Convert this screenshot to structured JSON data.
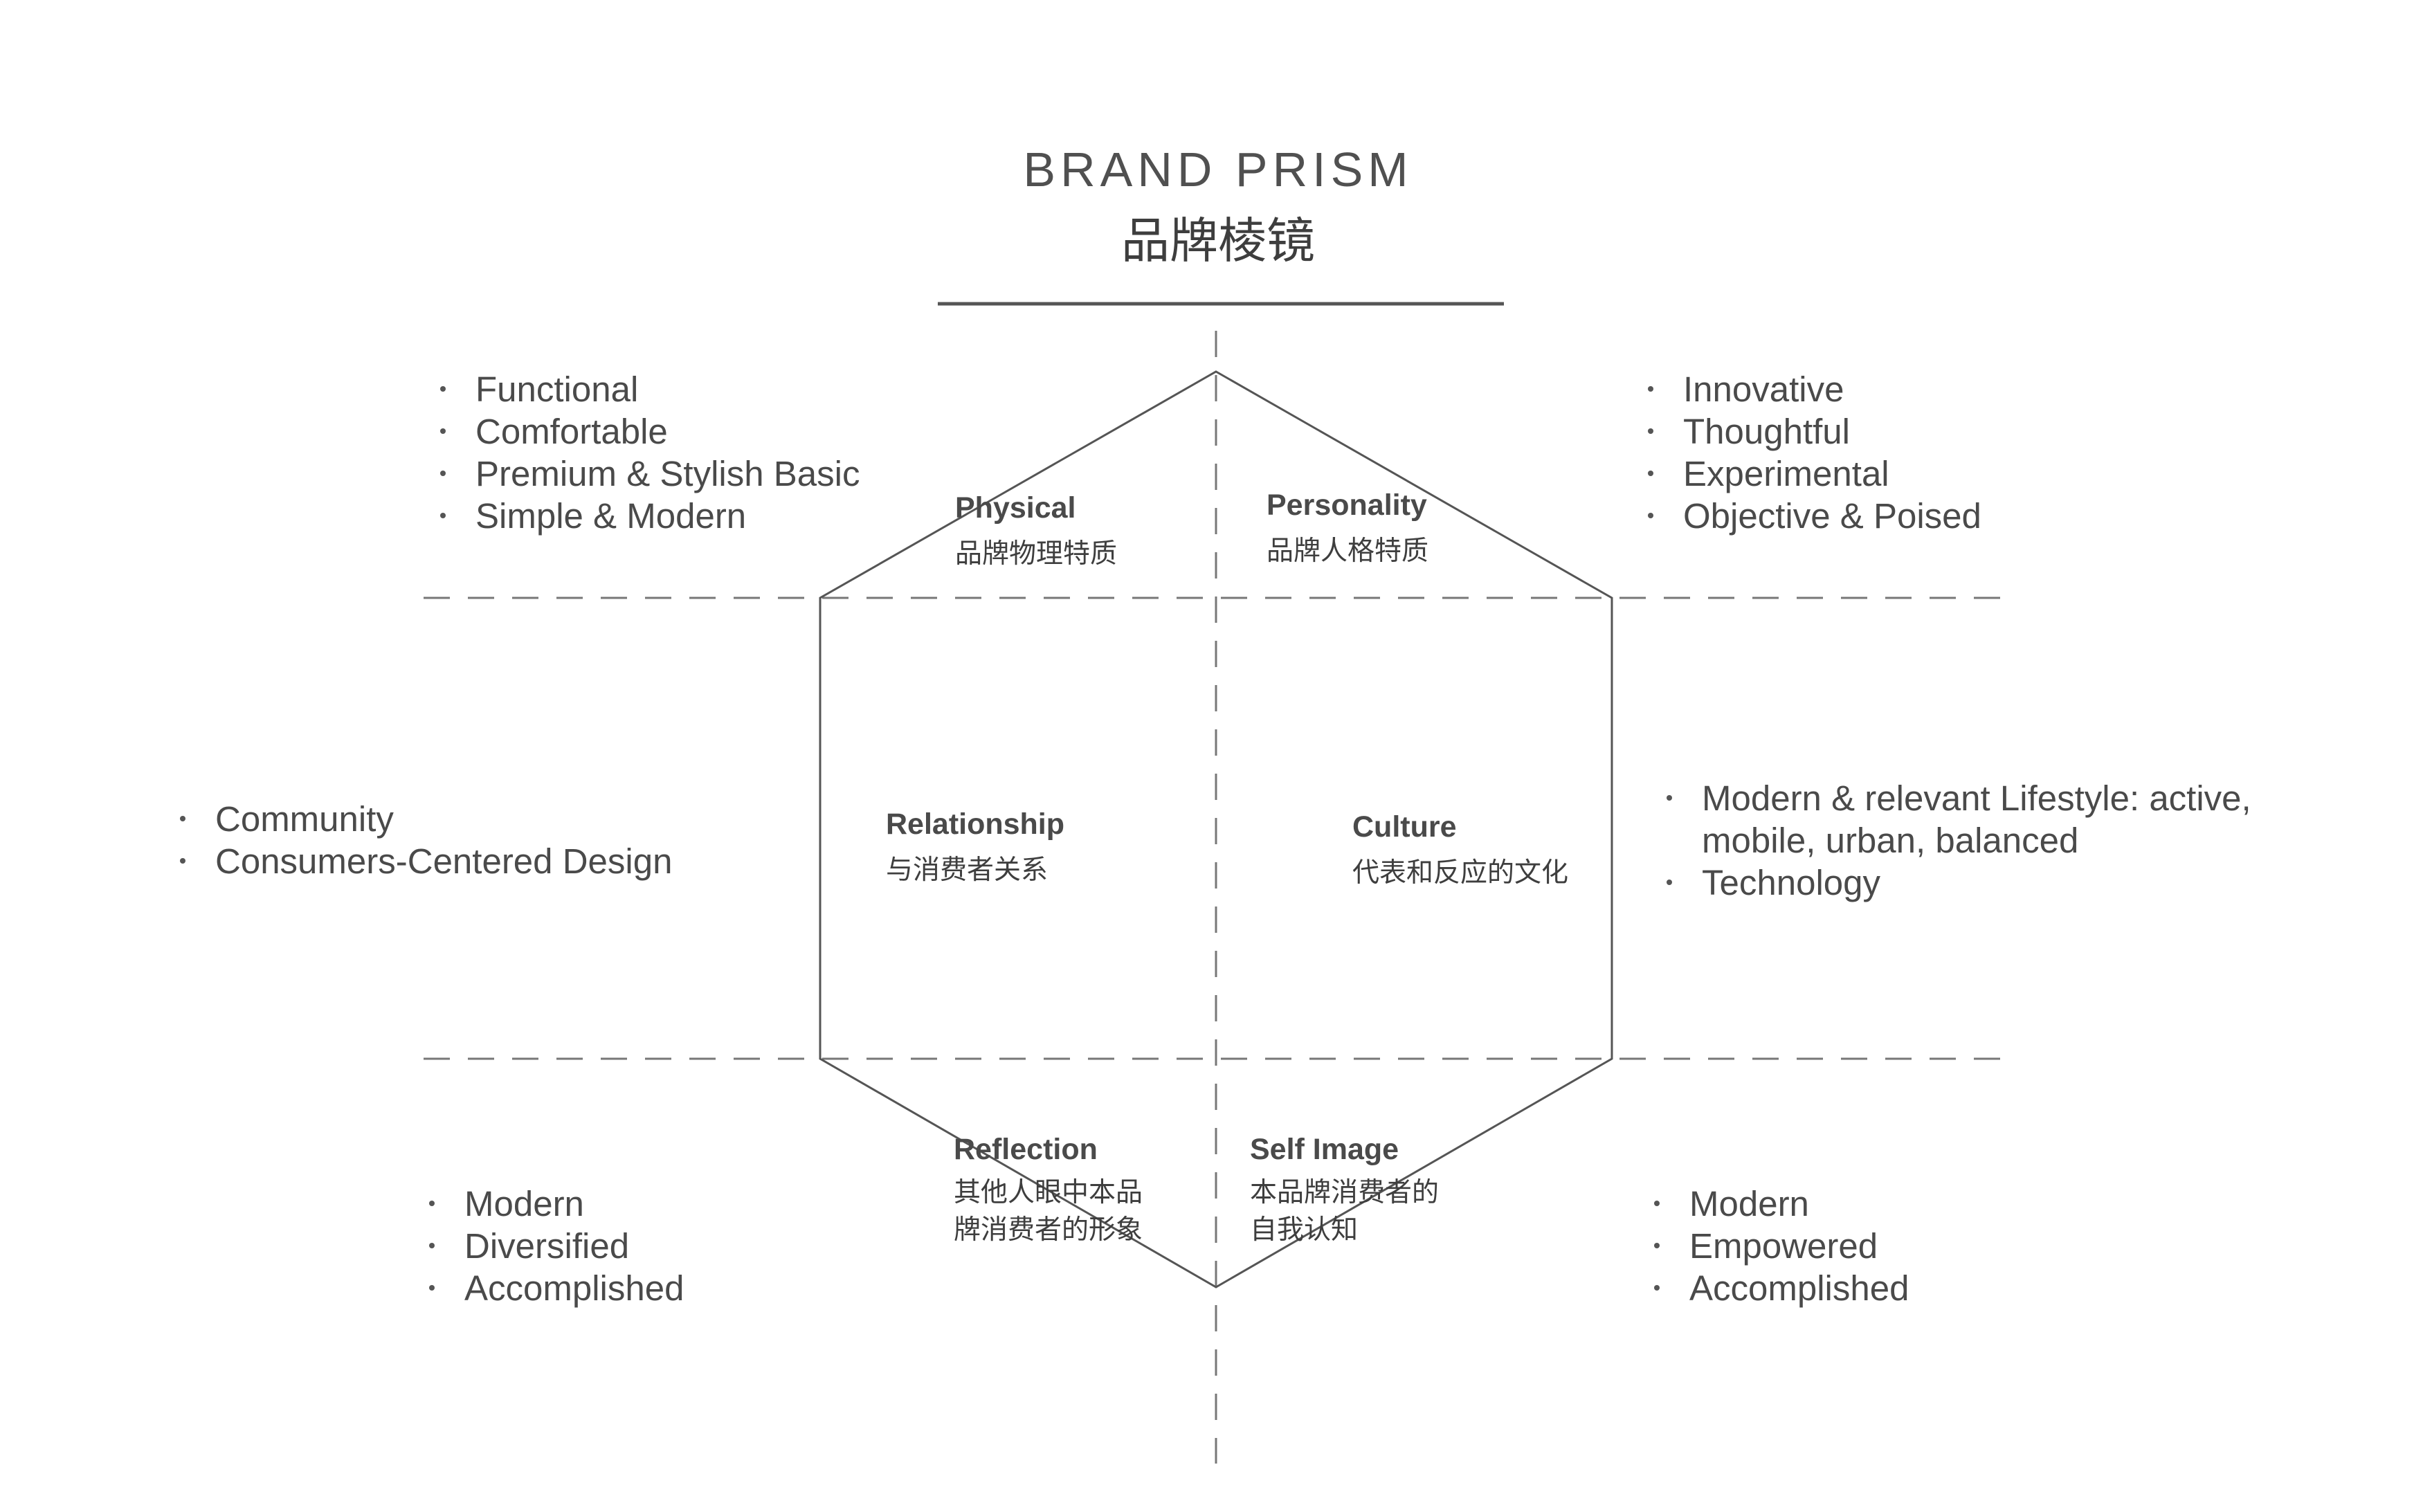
{
  "title": {
    "en": "BRAND PRISM",
    "zh": "品牌棱镜"
  },
  "colors": {
    "line": "#555555",
    "text": "#4a4a4a"
  },
  "facets": {
    "physical": {
      "name": "Physical",
      "zh": "品牌物理特质"
    },
    "personality": {
      "name": "Personality",
      "zh": "品牌人格特质"
    },
    "relationship": {
      "name": "Relationship",
      "zh": "与消费者关系"
    },
    "culture": {
      "name": "Culture",
      "zh": "代表和反应的文化"
    },
    "reflection": {
      "name": "Reflection",
      "zh_line1": "其他人眼中本品",
      "zh_line2": "牌消费者的形象"
    },
    "self_image": {
      "name": "Self Image",
      "zh_line1": "本品牌消费者的",
      "zh_line2": "自我认知"
    }
  },
  "lists": {
    "physical": [
      "Functional",
      "Comfortable",
      "Premium & Stylish Basic",
      "Simple & Modern"
    ],
    "personality": [
      "Innovative",
      "Thoughtful",
      "Experimental",
      "Objective & Poised"
    ],
    "relationship": [
      "Community",
      "Consumers-Centered Design"
    ],
    "culture": [
      "Modern & relevant Lifestyle: active,",
      "mobile, urban, balanced",
      "Technology"
    ],
    "reflection": [
      "Modern",
      "Diversified",
      "Accomplished"
    ],
    "self_image": [
      "Modern",
      "Empowered",
      "Accomplished"
    ]
  }
}
